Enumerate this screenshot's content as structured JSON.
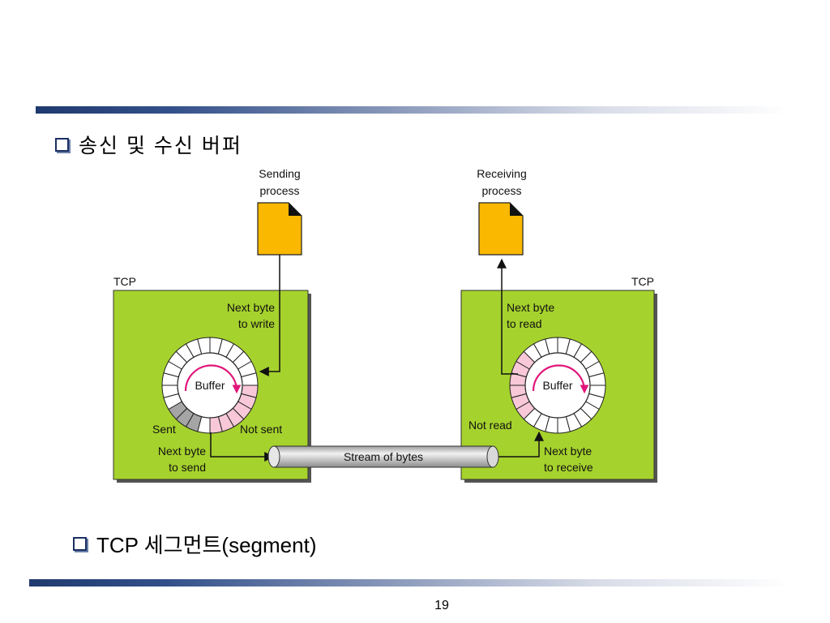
{
  "slide": {
    "heading": "송신 및 수신 버퍼",
    "subheading": "TCP 세그먼트(segment)",
    "page_number": "19"
  },
  "diagram": {
    "sender": {
      "process_label_line1": "Sending",
      "process_label_line2": "process",
      "tcp_label": "TCP",
      "write_label_line1": "Next byte",
      "write_label_line2": "to write",
      "buffer_label": "Buffer",
      "sent_label": "Sent",
      "not_sent_label": "Not sent",
      "send_label_line1": "Next byte",
      "send_label_line2": "to send"
    },
    "receiver": {
      "process_label_line1": "Receiving",
      "process_label_line2": "process",
      "tcp_label": "TCP",
      "read_label_line1": "Next byte",
      "read_label_line2": "to read",
      "buffer_label": "Buffer",
      "not_read_label": "Not read",
      "receive_label_line1": "Next byte",
      "receive_label_line2": "to receive"
    },
    "stream_label": "Stream of bytes",
    "colors": {
      "tcp_box": "#a6d22d",
      "document": "#fbb800",
      "pending_segment": "#f8c8d8",
      "sent_segment": "#a5a5a5",
      "arrow_arc": "#e0157a",
      "pipe": "#c9c9c9"
    }
  }
}
